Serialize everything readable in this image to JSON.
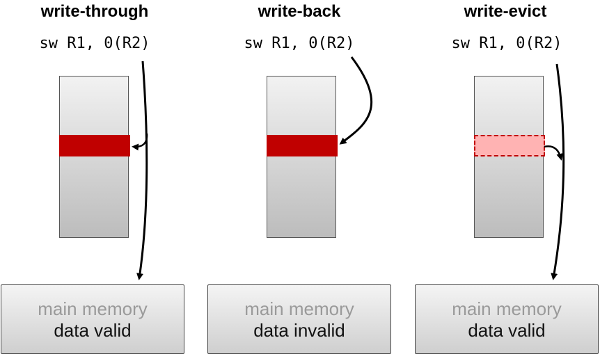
{
  "columns": [
    {
      "title": "write-through",
      "instruction": "sw R1, 0(R2)",
      "line_state": "dirty",
      "memory": {
        "name": "main memory",
        "status": "data valid"
      }
    },
    {
      "title": "write-back",
      "instruction": "sw R1, 0(R2)",
      "line_state": "dirty",
      "memory": {
        "name": "main memory",
        "status": "data invalid"
      }
    },
    {
      "title": "write-evict",
      "instruction": "sw R1, 0(R2)",
      "line_state": "evicted",
      "memory": {
        "name": "main memory",
        "status": "data valid"
      }
    }
  ],
  "colors": {
    "dirty_line": "#c00000",
    "evicted_line_fill": "#ffb3b3",
    "evicted_line_border": "#c00000",
    "memory_name": "#9a9a9a",
    "memory_status": "#111111",
    "arrow": "#000000"
  }
}
